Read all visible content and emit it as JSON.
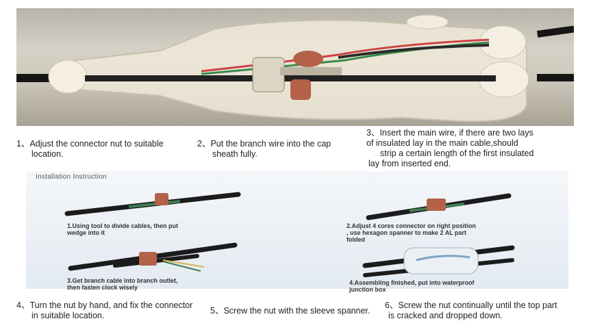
{
  "steps": [
    {
      "num": "1、",
      "line1": "Adjust the connector nut to suitable",
      "line2": "location."
    },
    {
      "num": "2、",
      "line1": "Put the branch wire into the cap",
      "line2": "sheath fully."
    },
    {
      "num": "3、",
      "line1": "Insert the main wire, if there are two lays",
      "line2": "of insulated lay in the main cable,should",
      "line3": "strip a certain length of the first insulated",
      "line4": "lay from inserted end."
    },
    {
      "num": "4、",
      "line1": "Turn the nut by hand, and fix the connector",
      "line2": "in suitable location."
    },
    {
      "num": "5、",
      "line1": "Screw the nut with the sleeve spanner."
    },
    {
      "num": "6、",
      "line1": "Screw the nut continually until the top part",
      "line2": "is cracked and dropped down."
    }
  ],
  "panel": {
    "title": "Installation Instruction",
    "captions": [
      {
        "line1": "1.Using tool to divide cables, then put",
        "line2": "wedge into it"
      },
      {
        "line1": "2.Adjust 4 cores connector on right position",
        "line2": ", use hexagon spanner to make 2 AL part",
        "line3": "folded"
      },
      {
        "line1": "3.Get branch cable into branch outlet,",
        "line2": "then fasten clock wisely"
      },
      {
        "line1": "4.Assembling finished, put into waterproof",
        "line2": "junction box"
      }
    ]
  },
  "colors": {
    "housing": "#f1ead8",
    "cable": "#1a1a1a",
    "connector": "#b5614a"
  }
}
